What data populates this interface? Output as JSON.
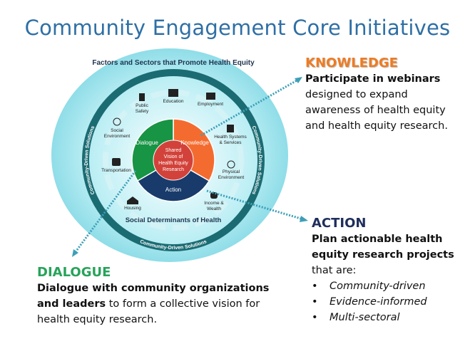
{
  "title": "Community Engagement Core Initiatives",
  "diagram": {
    "outer_arc_top": "Factors and Sectors that Promote Health Equity",
    "outer_arc_bottom": "Social Determinants of Health",
    "ring_label": "Community-Driven Solutions",
    "sectors": [
      "Education",
      "Employment",
      "Health Systems & Services",
      "Physical Environment",
      "Income & Wealth",
      "Housing",
      "Transportation",
      "Social Environment",
      "Public Safety"
    ],
    "segments": {
      "dialogue": "Dialogue",
      "knowledge": "Knowledge",
      "action": "Action"
    },
    "center": [
      "Shared",
      "Vision of",
      "Health Equity",
      "Research"
    ],
    "colors": {
      "outer": "#a6e6ee",
      "ring": "#1b6b72",
      "dialogue": "#179444",
      "knowledge": "#f46b2f",
      "action": "#183b6b",
      "center": "#d2423a"
    }
  },
  "knowledge": {
    "heading": "KNOWLEDGE",
    "bold": "Participate in webinars",
    "text": [
      "designed to expand",
      "awareness of health equity",
      "and health equity research."
    ]
  },
  "action": {
    "heading": "ACTION",
    "bold": [
      "Plan actionable health",
      "equity research projects"
    ],
    "text": "that are:",
    "bullets": [
      "Community-driven",
      "Evidence-informed",
      "Multi-sectoral"
    ]
  },
  "dialogue": {
    "heading": "DIALOGUE",
    "bold1": "Dialogue with community organizations",
    "bold2": "and leaders",
    "text1": " to form a collective vision for",
    "text2": "health equity research."
  }
}
